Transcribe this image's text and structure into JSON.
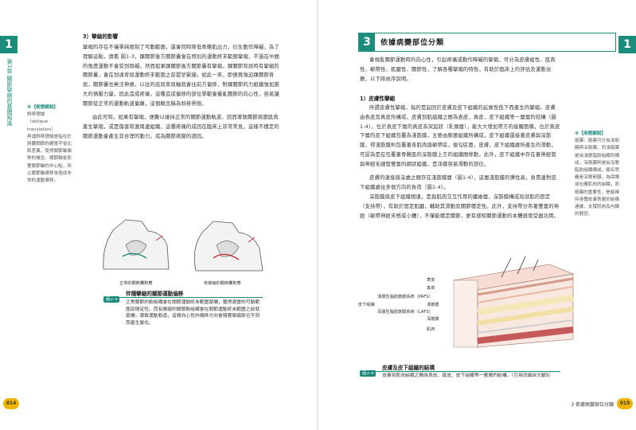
{
  "left": {
    "tab_number": "1",
    "vertical_chapter": "第1章 關節攣縮的基礎知識",
    "page_number": "014",
    "section_heading": "3）攣縮的影響",
    "paragraph1": "攣縮的存在不僅單純限制了可動範圍，還會同時降低骨骼肌出力，衍生動作障礙。為了理解這點，請看 圖1-3，踝關節後方關節囊會在特別的運動終末範圍攣縮，不過在中間的角度運動不會受到阻礙。然而如果踝關節後方關節囊有攣縮，踝關節背屈時有攣縮的關節囊，會在到達背屈運動終末範圍之前提早緊繃，如此一來，即便再強迫踝關節背屈，關節囊也無法伸展，以往的底屈背屈軸就會往前方偏移，對踝關節的力組織強加施大的擠壓力量，因此造成疼痛，這種造成偏移的部位學範會擾亂關節的向心性，容易讓關節從正常的運動軌道偏離，這個概念稱為斜移界限。",
    "paragraph2": "由此可知，如果有攣縮，便難以維持正常的關節運動軌道，因而導致關節周圍肌肉產生攣縮，或是傷害和激周邊組織，這種疼痛的成因在臨床上非常常見，這樣不穩定的關節運動會產生非合理的動力，成為關節病變的誘因。",
    "note_title": "※【術語解說】",
    "note_term": "斜移理論",
    "note_term_en": "（oblique translation）",
    "note_text": "再運斜移理論是指在於將聽關節的硬度不會比較差異，使得關節軸偏移的概念。關節軸會影響關節軸的中心點，所以關節軸偏移會造成非常的運動偏移。",
    "figure": {
      "label_left": "正常的關節囊對應",
      "label_right": "有攣縮的關節囊對應",
      "caption_tag": "圖1-3",
      "caption_title": "伴隨攣縮的關節運動偏移",
      "caption_text": "正常關節的軟組織會在關節運動終末範圍緊繃，獲得適當的可動範圍及穩定性。而有攣縮的關節軟組織會在關節運動終末範圍之前就緊繃，導致運動軌道，這樣向心性的偏移方向會隨著攣縮部位不同而產生變化。"
    }
  },
  "right": {
    "tab_number": "1",
    "section_number": "3",
    "section_title": "依據病變部位分類",
    "intro": "會視亂關節運動時的向心性，引起疼痛或動作障礙的攣縮，可分為皮膚組性、肌肉性、韌帶性、肌腱性、關節性，了解各種攣縮的特性，有助於臨床上的評估及運動治療，以下將依序說明。",
    "sub_heading": "1）皮膚性攣縮",
    "p1": "所謂皮膚性攣縮，指的是起因於皮膚及皮下組織的延展性低下而產生的攣縮。皮膚由表皮及真皮所構成，皮膚到肌組織之間為表皮，真皮，皮下組織等一層層的結構（圖1-4）。位於表皮下層的真皮為突起狀（乳頭層），能大大增加帶方的接觸面積，位於真皮下層的皮下組織包覆為淺筋膜，主要由膨脹組織所構成，皮下組織還接著皮膚與深筋膜，得淺筋膜則包覆著各肌肉與韌帶區，拔勾區面，皮膚，皮下組織處所產生的滑動，可認為是在包覆著骨骼肌的深筋膜上方的組織間移動，此外，皮下組織中存在著神經管與神經毛細管豐富的網狀組織，是淨膜容易滑動的部位。",
    "p2": "皮膚的連接與深處之間存在淺筋膜層（圖1-4），這層淺筋膜的彈性高，負責連對皮下組織處往多個方向的負荷（圖1-4）。",
    "p3": "深筋膜與皮下組織相連，是與肌肉交互作用的纖維層，深筋膜構成局部肌的固定（支持帶），有助於固定肌腱，輔助其滑動及關節穩定性。此外，支持帶分布著豐富的神經（韌帶神經末梢或小體），不僅能穩定關節，更有感知關節運動的本體感覺受器功用。",
    "note_title": "※【用語解說】",
    "note_text": "筋膜：筋膜可分為淺筋膜與深筋膜，而淺筋膜是由淺層脂肪組織所構成，深筋膜則是由深層脂肪組織構成，顧名思義是深層筋膜，為保護或包覆肌肉的組織。而筋膜的重要性，是能維持身體皮膚表層的結構連續，支撐肌肉及內臟的器官。",
    "figure": {
      "labels": {
        "epidermis": "表皮",
        "dermis": "真皮",
        "pafs": "淺層性脂肪筋膜系統（PAFS）",
        "subcutaneous": "皮下組織",
        "superficial_fascia": "淺筋膜",
        "lafs": "深層性脂肪筋膜系統（LAFS）",
        "deep_fascia": "深筋膜",
        "muscle": "肌肉"
      },
      "caption_tag": "圖1-4",
      "caption_title": "皮膚及皮下組織的結構",
      "caption_text": "皮膚到肌肉組織之間為表皮、真皮、皮下組織等一層層的結構。（引用改編自文獻9）"
    },
    "footer_chapter": "3 依據病變部位分類",
    "page_number": "015"
  },
  "colors": {
    "accent": "#1c8c7c",
    "page_badge": "#f0b400"
  }
}
